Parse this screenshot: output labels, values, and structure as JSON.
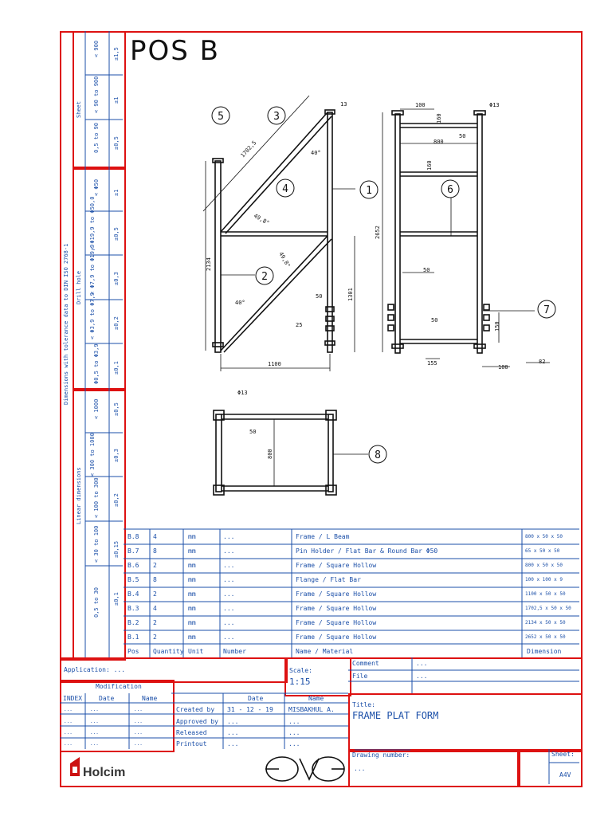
{
  "title": "POS B",
  "tolerance_block": {
    "main_label": "Dimensions with tolerance data to DIN ISO 2768-1",
    "sheet": {
      "label": "Sheet",
      "ranges": [
        "0,5 to 90",
        "< 90 to 900",
        "< 900"
      ],
      "tols": [
        "±0,5",
        "±1",
        "±1,5"
      ]
    },
    "drill_hole": {
      "label": "Drill hole",
      "ranges": [
        "Φ0,5 to Φ3,9",
        "< Φ3,9 to Φ7,9",
        "< Φ7,9 to Φ19,9",
        "< Φ19,9 to Φ50,0",
        "< Φ50"
      ],
      "tols": [
        "±0,1",
        "±0,2",
        "±0,3",
        "±0,5",
        "±1"
      ]
    },
    "linear": {
      "label": "Linear dimensions",
      "ranges": [
        "0,5 to 30",
        "< 30 to 100",
        "< 100 to 300",
        "< 300 to 1000",
        "< 1000"
      ],
      "tols": [
        "±0,1",
        "±0,15",
        "±0,2",
        "±0,3",
        "±0,5"
      ]
    }
  },
  "drawing": {
    "balloons": [
      "1",
      "2",
      "3",
      "4",
      "5",
      "6",
      "7",
      "8"
    ],
    "dims": {
      "d1702": "1702,5",
      "d40a": "40°",
      "d49a": "49,8°",
      "d49b": "49,8°",
      "d40b": "40°",
      "d2134": "2134",
      "d1301": "1301",
      "d2652": "2652",
      "d1100": "1100",
      "d50a": "50",
      "d25": "25",
      "d13a": "13",
      "d100a": "100",
      "dphi13a": "Φ13",
      "d160a": "160",
      "d50b": "50",
      "d800a": "800",
      "d160b": "160",
      "d50c": "50",
      "d50d": "50",
      "d150": "150",
      "d155": "155",
      "d100b": "100",
      "d82": "82",
      "dphi13b": "Φ13",
      "d50e": "50",
      "d800b": "800"
    }
  },
  "parts_list": {
    "header": {
      "pos": "Pos",
      "qty": "Quantity",
      "unit": "Unit",
      "number": "Number",
      "name": "Name / Material",
      "dim": "Dimension"
    },
    "rows": [
      {
        "pos": "B.8",
        "qty": "4",
        "unit": "mm",
        "number": "...",
        "name": "Frame / L Beam",
        "dim": "800 x 50 x 50"
      },
      {
        "pos": "B.7",
        "qty": "8",
        "unit": "mm",
        "number": "...",
        "name": "Pin Holder / Flat Bar & Round Bar Φ50",
        "dim": "65 x 50 x 50"
      },
      {
        "pos": "B.6",
        "qty": "2",
        "unit": "mm",
        "number": "...",
        "name": "Frame / Square Hollow",
        "dim": "800 x 50 x 50"
      },
      {
        "pos": "B.5",
        "qty": "8",
        "unit": "mm",
        "number": "...",
        "name": "Flange / Flat Bar",
        "dim": "100 x 100 x 9"
      },
      {
        "pos": "B.4",
        "qty": "2",
        "unit": "mm",
        "number": "...",
        "name": "Frame / Square Hollow",
        "dim": "1100 x 50 x 50"
      },
      {
        "pos": "B.3",
        "qty": "4",
        "unit": "mm",
        "number": "...",
        "name": "Frame / Square Hollow",
        "dim": "1702,5 x 50 x 50"
      },
      {
        "pos": "B.2",
        "qty": "2",
        "unit": "mm",
        "number": "...",
        "name": "Frame / Square Hollow",
        "dim": "2134 x 50 x 50"
      },
      {
        "pos": "B.1",
        "qty": "2",
        "unit": "mm",
        "number": "...",
        "name": "Frame / Square Hollow",
        "dim": "2652 x 50 x 50"
      }
    ]
  },
  "title_block": {
    "application_label": "Application: ...",
    "scale_label": "Scale:",
    "scale_value": "1:15",
    "comment_label": "Comment",
    "comment_value": "...",
    "file_label": "File",
    "file_value": "...",
    "modification_label": "Modification",
    "mod_headers": {
      "index": "INDEX",
      "date": "Date",
      "name": "Name"
    },
    "mod_cell": "...",
    "sign_headers": {
      "date": "Date",
      "name": "Name"
    },
    "sign_rows": [
      {
        "label": "Created by",
        "date": "31 - 12 - 19",
        "name": "MISBAKHUL A."
      },
      {
        "label": "Approved by",
        "date": "...",
        "name": "..."
      },
      {
        "label": "Released",
        "date": "...",
        "name": "..."
      },
      {
        "label": "Printout",
        "date": "...",
        "name": "..."
      }
    ],
    "title_label": "Title:",
    "title_value": "FRAME PLAT FORM",
    "drawing_number_label": "Drawing number:",
    "drawing_number_value": "...",
    "sheet_label": "Sheet:",
    "sheet_value": "_",
    "format": "A4V",
    "company": "Holcim"
  },
  "colors": {
    "border": "#dd1111",
    "lines": "#1b4fa8",
    "drawing": "#111111"
  }
}
